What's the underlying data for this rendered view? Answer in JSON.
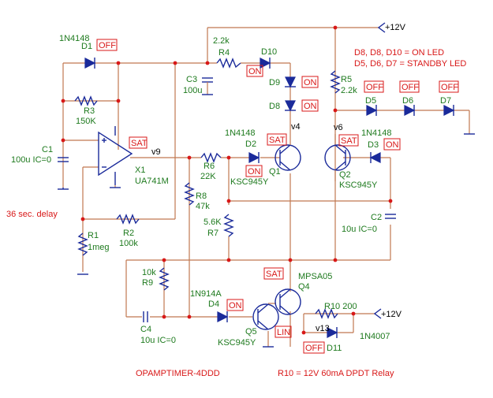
{
  "supply": {
    "top": "+12V",
    "bottom": "+12V"
  },
  "notes": {
    "led_on": "D8, D8, D10 = ON LED",
    "led_standby": "D5, D6, D7 = STANDBY LED",
    "delay": "36 sec. delay",
    "title": "OPAMPTIMER-4DDD",
    "relay": "R10 = 12V 60mA DPDT Relay"
  },
  "parts": {
    "D1": {
      "model": "1N4148",
      "ref": "D1",
      "state": "OFF"
    },
    "R3": {
      "ref": "R3",
      "value": "150K"
    },
    "C1": {
      "ref": "C1",
      "value": "100u IC=0"
    },
    "X1": {
      "ref": "X1",
      "model": "UA741M",
      "state": "SAT",
      "node": "v9"
    },
    "R1": {
      "ref": "R1",
      "value": "1meg"
    },
    "R2": {
      "ref": "R2",
      "value": "100k"
    },
    "R4": {
      "value": "2.2k",
      "ref": "R4",
      "state": "ON"
    },
    "C3": {
      "ref": "C3",
      "value": "100u"
    },
    "D10": {
      "ref": "D10"
    },
    "D9": {
      "ref": "D9",
      "state": "ON"
    },
    "D8": {
      "ref": "D8",
      "state": "ON"
    },
    "R5": {
      "ref": "R5",
      "value": "2.2k"
    },
    "D5": {
      "ref": "D5",
      "state": "OFF"
    },
    "D6": {
      "ref": "D6",
      "state": "OFF"
    },
    "D7": {
      "ref": "D7",
      "state": "OFF"
    },
    "D2": {
      "model": "1N4148",
      "ref": "D2",
      "state": "ON"
    },
    "Q1": {
      "ref": "Q1",
      "model": "KSC945Y",
      "state": "SAT",
      "node": "v4"
    },
    "R6": {
      "ref": "R6",
      "value": "22K"
    },
    "R8": {
      "ref": "R8",
      "value": "47k"
    },
    "R7": {
      "value": "5.6K",
      "ref": "R7"
    },
    "Q2": {
      "ref": "Q2",
      "model": "KSC945Y",
      "state": "SAT",
      "node": "v6"
    },
    "D3": {
      "model": "1N4148",
      "ref": "D3",
      "state": "ON"
    },
    "C2": {
      "ref": "C2",
      "value": "10u IC=0"
    },
    "R9": {
      "value": "10k",
      "ref": "R9"
    },
    "C4": {
      "ref": "C4",
      "value": "10u IC=0"
    },
    "D4": {
      "model": "1N914A",
      "ref": "D4",
      "state": "ON"
    },
    "Q5": {
      "ref": "Q5",
      "model": "KSC945Y",
      "state": "LIN"
    },
    "Q4": {
      "model": "MPSA05",
      "ref": "Q4",
      "state": "SAT"
    },
    "R10": {
      "label": "R10 200"
    },
    "D11": {
      "ref": "D11",
      "model": "1N4007",
      "state": "OFF",
      "node": "v13"
    }
  }
}
